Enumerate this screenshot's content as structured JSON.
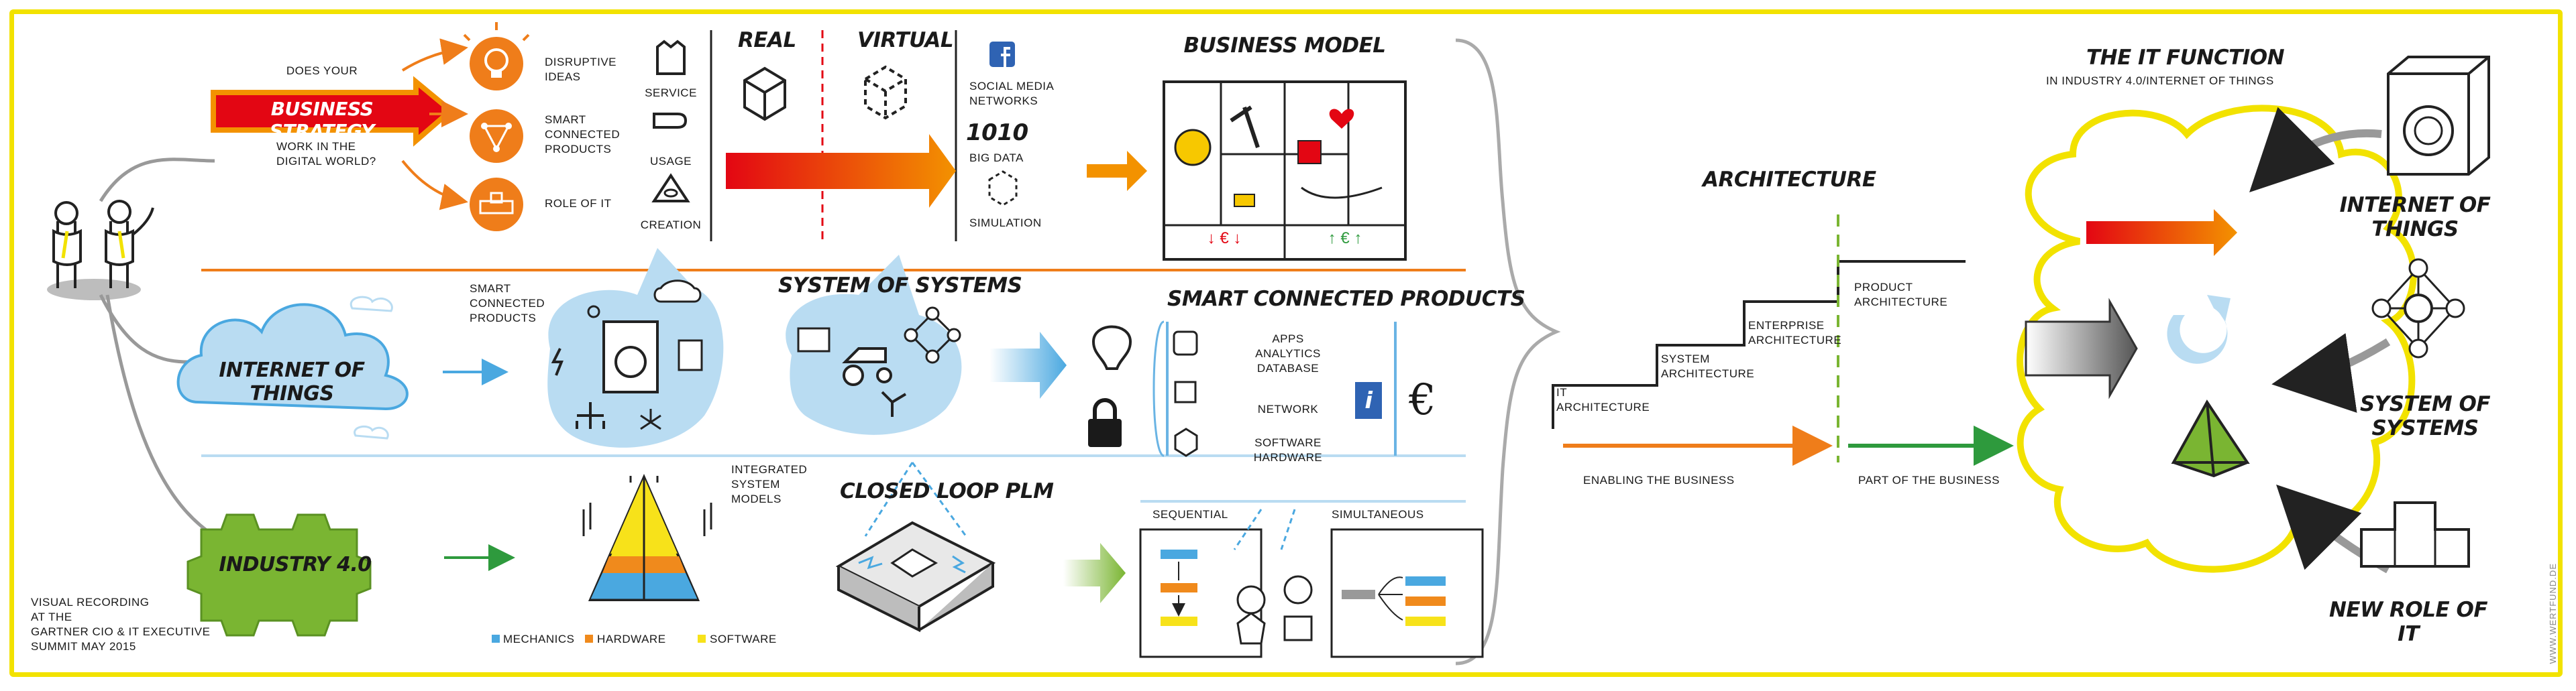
{
  "strategy": {
    "question_top": "DOES YOUR",
    "banner": "BUSINESS STRATEGY",
    "question_bottom": "WORK IN THE DIGITAL WORLD?",
    "items": [
      "DISRUPTIVE IDEAS",
      "SMART CONNECTED PRODUCTS",
      "ROLE OF IT"
    ]
  },
  "service_column": [
    "SERVICE",
    "USAGE",
    "CREATION"
  ],
  "real_label": "REAL",
  "virtual_label": "VIRTUAL",
  "virtual_list": [
    "SOCIAL MEDIA NETWORKS",
    "BIG DATA",
    "SIMULATION"
  ],
  "big_data_glyph": "1010",
  "business_model": {
    "title": "BUSINESS MODEL",
    "left_footer": "↓ € ↓",
    "right_footer": "↑ € ↑"
  },
  "iot": {
    "cloud_label": "INTERNET OF THINGS",
    "caption": "SMART CONNECTED PRODUCTS"
  },
  "sos": {
    "title": "SYSTEM OF SYSTEMS"
  },
  "scp": {
    "title": "SMART CONNECTED PRODUCTS",
    "layers": [
      "APPS ANALYTICS DATABASE",
      "NETWORK",
      "SOFTWARE HARDWARE"
    ],
    "info_glyph": "i",
    "euro_glyph": "€"
  },
  "industry": {
    "gear_label": "INDUSTRY 4.0",
    "pyramid_caption": "INTEGRATED SYSTEM MODELS",
    "legend": [
      {
        "label": "MECHANICS",
        "color": "#4aa8e0"
      },
      {
        "label": "HARDWARE",
        "color": "#f08a1c"
      },
      {
        "label": "SOFTWARE",
        "color": "#f7e21a"
      }
    ]
  },
  "closed_loop": {
    "title": "CLOSED LOOP PLM"
  },
  "process": {
    "sequential": "SEQUENTIAL",
    "simultaneous": "SIMULTANEOUS"
  },
  "recording": {
    "line1": "VISUAL RECORDING",
    "line2": "AT THE",
    "line3": "GARTNER CIO & IT EXECUTIVE",
    "line4": "SUMMIT MAY 2015"
  },
  "architecture": {
    "title": "ARCHITECTURE",
    "steps": [
      "IT ARCHITECTURE",
      "SYSTEM ARCHITECTURE",
      "ENTERPRISE ARCHITECTURE",
      "PRODUCT ARCHITECTURE"
    ],
    "enabling": "ENABLING THE BUSINESS",
    "part": "PART OF THE BUSINESS"
  },
  "it_function": {
    "title": "THE IT FUNCTION",
    "subtitle": "IN INDUSTRY 4.0/INTERNET OF THINGS",
    "right_labels": [
      "INTERNET OF THINGS",
      "SYSTEM OF SYSTEMS",
      "NEW ROLE OF IT"
    ]
  },
  "credit": "WWW.WERTFUND.DE",
  "colors": {
    "frame": "#f2e200",
    "orange": "#ef7d1a",
    "red": "#e30613",
    "cloud_blue": "#b9dcf2",
    "green": "#7ab532",
    "line_blue": "#6ab4e4"
  }
}
